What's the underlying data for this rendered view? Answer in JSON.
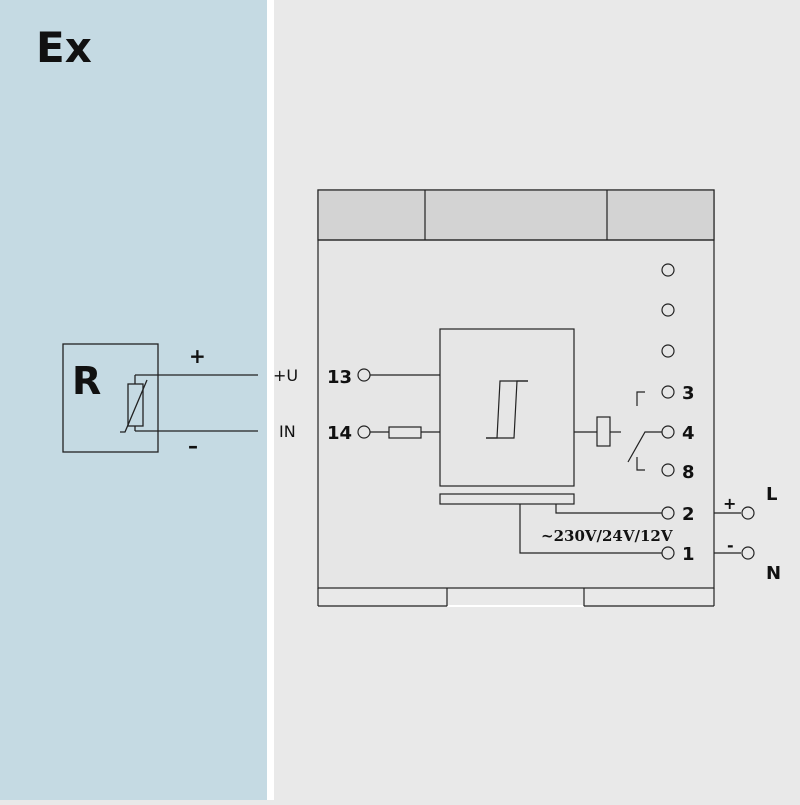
{
  "colors": {
    "hazard_zone": "#c5dae3",
    "safe_zone": "#e9e9e9",
    "device_body": "#e6e6e6",
    "device_header": "#d3d3d3",
    "line": "#222222"
  },
  "hazard_area": {
    "label": "Ex"
  },
  "sensor": {
    "label": "R",
    "plus_sign": "+",
    "minus_sign": "–"
  },
  "input_terminals": [
    {
      "wire_label": "+U",
      "number": "13"
    },
    {
      "wire_label": "IN",
      "number": "14"
    }
  ],
  "relay_terminals": [
    "3",
    "4",
    "8"
  ],
  "power_terminals": [
    "2",
    "1"
  ],
  "supply_voltage": "~230V/24V/12V",
  "supply": {
    "plus_sign": "+",
    "minus_sign": "-",
    "line_label": "L",
    "neutral_label": "N"
  }
}
